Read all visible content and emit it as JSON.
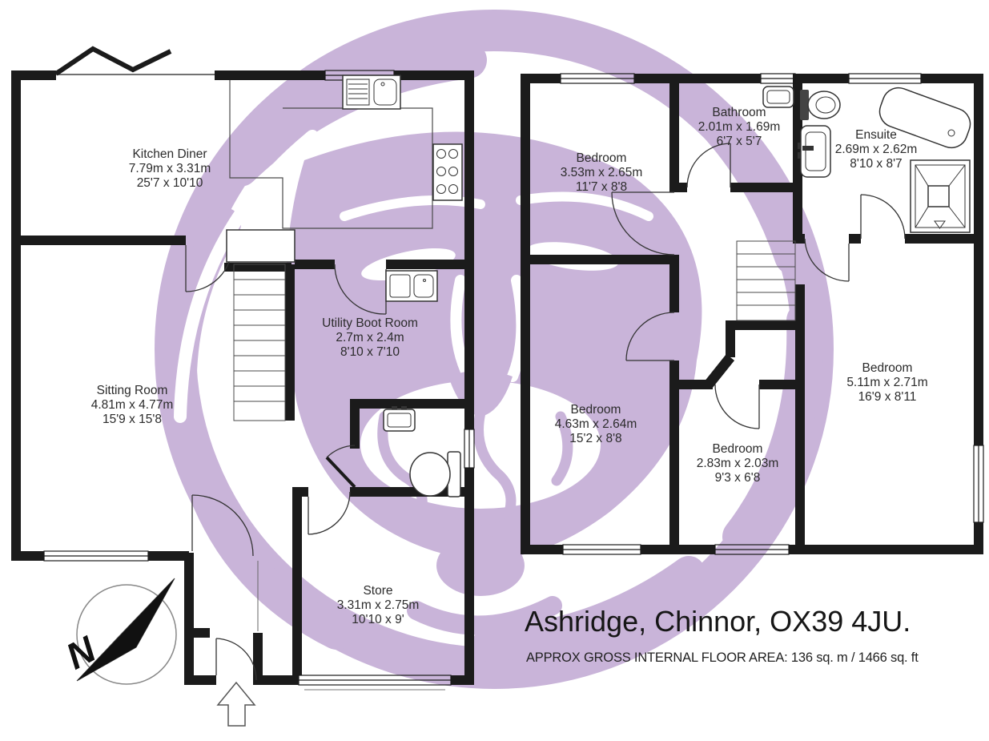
{
  "watermark": {
    "name": "estate-agent-lion-logo",
    "color": "#c9b4d9"
  },
  "floorplan": {
    "address": "Ashridge, Chinnor, OX39 4JU.",
    "floor_area": "APPROX GROSS INTERNAL FLOOR AREA:  136 sq. m / 1466 sq. ft",
    "compass_north_label": "N",
    "rooms": [
      {
        "name": "Kitchen Diner",
        "metric": "7.79m x 3.31m",
        "imperial": "25'7 x 10'10"
      },
      {
        "name": "Sitting Room",
        "metric": "4.81m x 4.77m",
        "imperial": "15'9 x 15'8"
      },
      {
        "name": "Utility Boot Room",
        "metric": "2.7m x 2.4m",
        "imperial": "8'10 x 7'10"
      },
      {
        "name": "Store",
        "metric": "3.31m x 2.75m",
        "imperial": "10'10 x 9'"
      },
      {
        "name": "Bedroom",
        "metric": "3.53m x 2.65m",
        "imperial": "11'7 x 8'8"
      },
      {
        "name": "Bathroom",
        "metric": "2.01m x 1.69m",
        "imperial": "6'7 x 5'7"
      },
      {
        "name": "Ensuite",
        "metric": "2.69m x 2.62m",
        "imperial": "8'10 x 8'7"
      },
      {
        "name": "Bedroom",
        "metric": "5.11m x 2.71m",
        "imperial": "16'9 x 8'11"
      },
      {
        "name": "Bedroom",
        "metric": "4.63m x 2.64m",
        "imperial": "15'2 x 8'8"
      },
      {
        "name": "Bedroom",
        "metric": "2.83m x 2.03m",
        "imperial": "9'3 x 6'8"
      }
    ]
  }
}
